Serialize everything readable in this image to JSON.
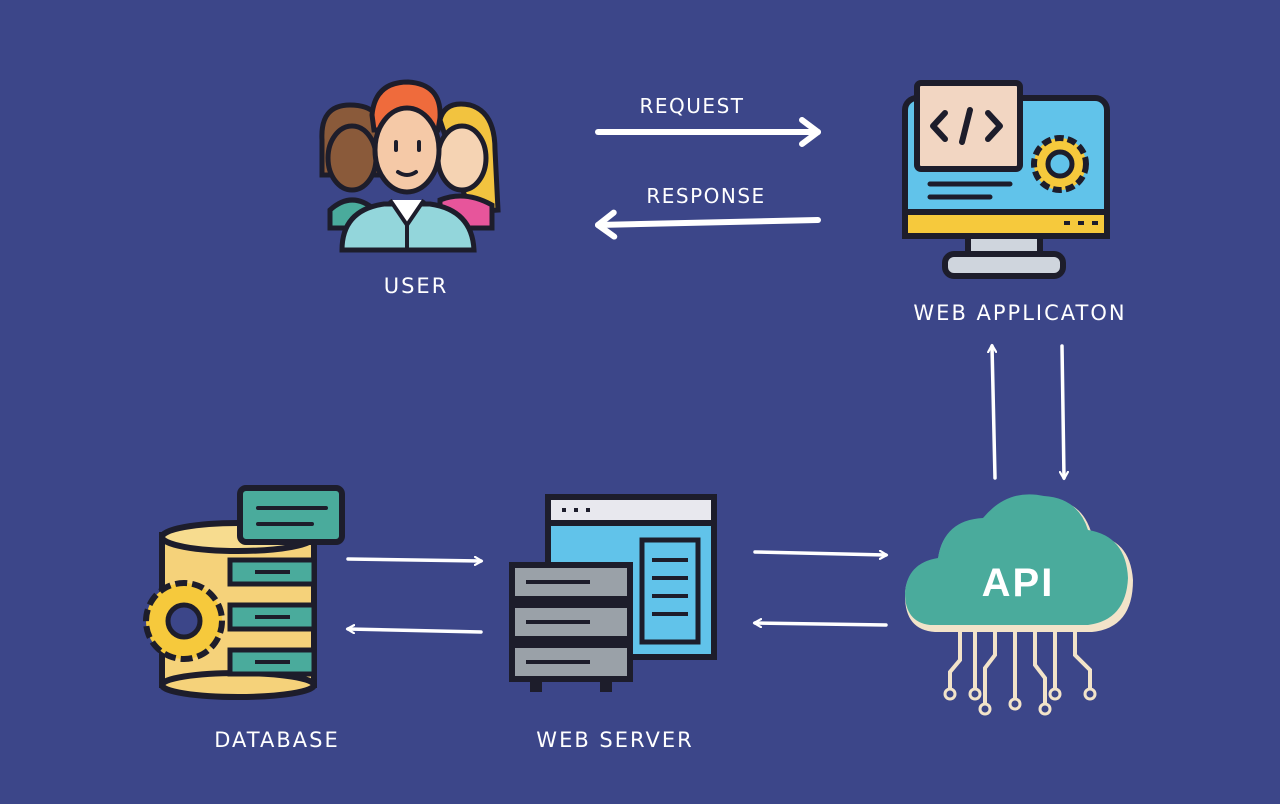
{
  "nodes": {
    "user": {
      "label": "USER",
      "icon": "users-group-icon"
    },
    "web_application": {
      "label": "WEB APPLICATON",
      "icon": "monitor-code-icon"
    },
    "api": {
      "label": "API",
      "icon": "cloud-api-icon"
    },
    "web_server": {
      "label": "WEB SERVER",
      "icon": "server-rack-icon"
    },
    "database": {
      "label": "DATABASE",
      "icon": "database-gear-icon"
    }
  },
  "edges": {
    "request": {
      "label": "REQUEST",
      "from": "user",
      "to": "web_application"
    },
    "response": {
      "label": "RESPONSE",
      "from": "web_application",
      "to": "user"
    },
    "api_to_webapp": {
      "from": "api",
      "to": "web_application"
    },
    "webapp_to_api": {
      "from": "web_application",
      "to": "api"
    },
    "server_to_api": {
      "from": "web_server",
      "to": "api"
    },
    "api_to_server": {
      "from": "api",
      "to": "web_server"
    },
    "db_to_server": {
      "from": "database",
      "to": "web_server"
    },
    "server_to_db": {
      "from": "web_server",
      "to": "database"
    }
  },
  "colors": {
    "background": "#3c4689",
    "arrow": "#ffffff",
    "cloud": "#4aab9c",
    "screen": "#61c3ea",
    "gear": "#f6c93c",
    "outline": "#1d1d2b"
  }
}
